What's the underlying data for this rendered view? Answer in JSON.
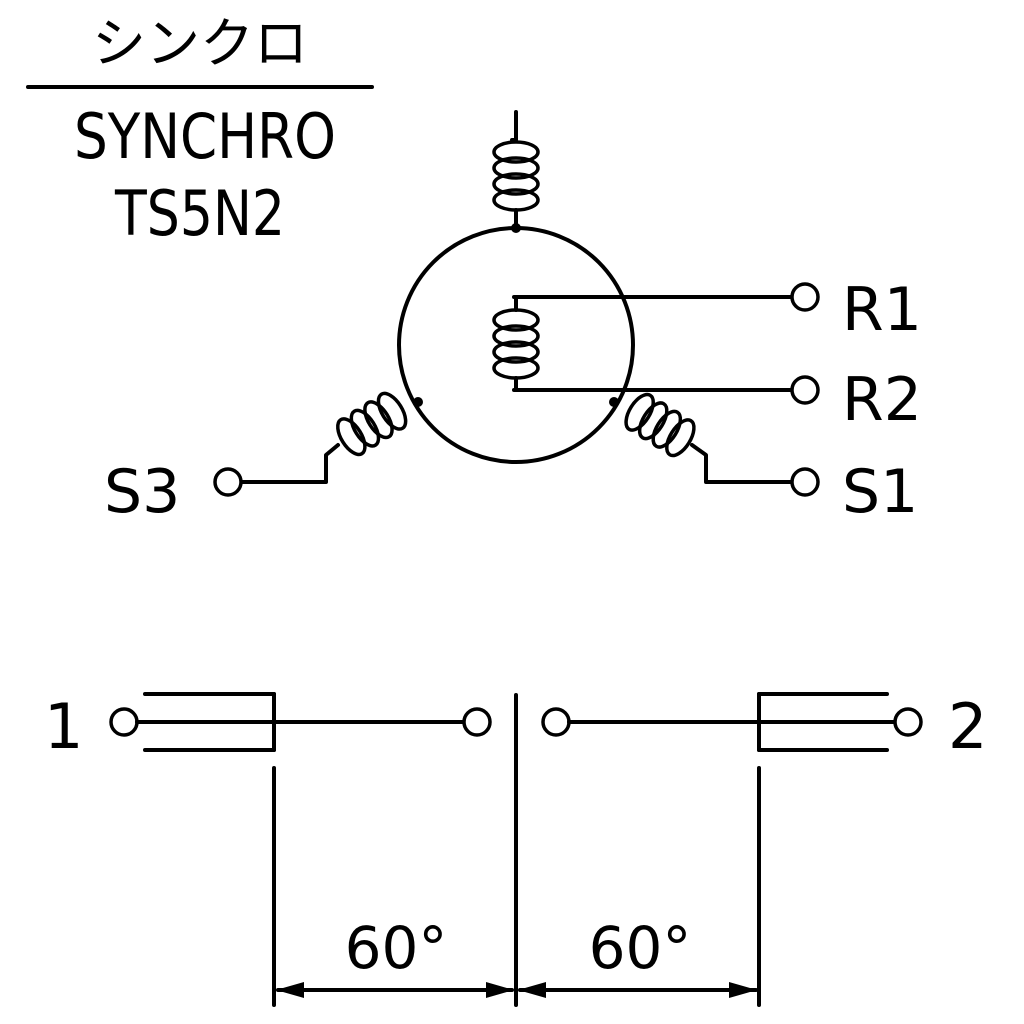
{
  "title": {
    "japanese": "シンクロ",
    "english": "SYNCHRO",
    "model": "TS5N2"
  },
  "terminals": {
    "r1": "R1",
    "r2": "R2",
    "s1": "S1",
    "s2": "",
    "s3": "S3"
  },
  "switch": {
    "left_label": "1",
    "right_label": "2",
    "left_angle": "60°",
    "right_angle": "60°"
  },
  "colors": {
    "line": "#000000",
    "background": "#ffffff"
  }
}
